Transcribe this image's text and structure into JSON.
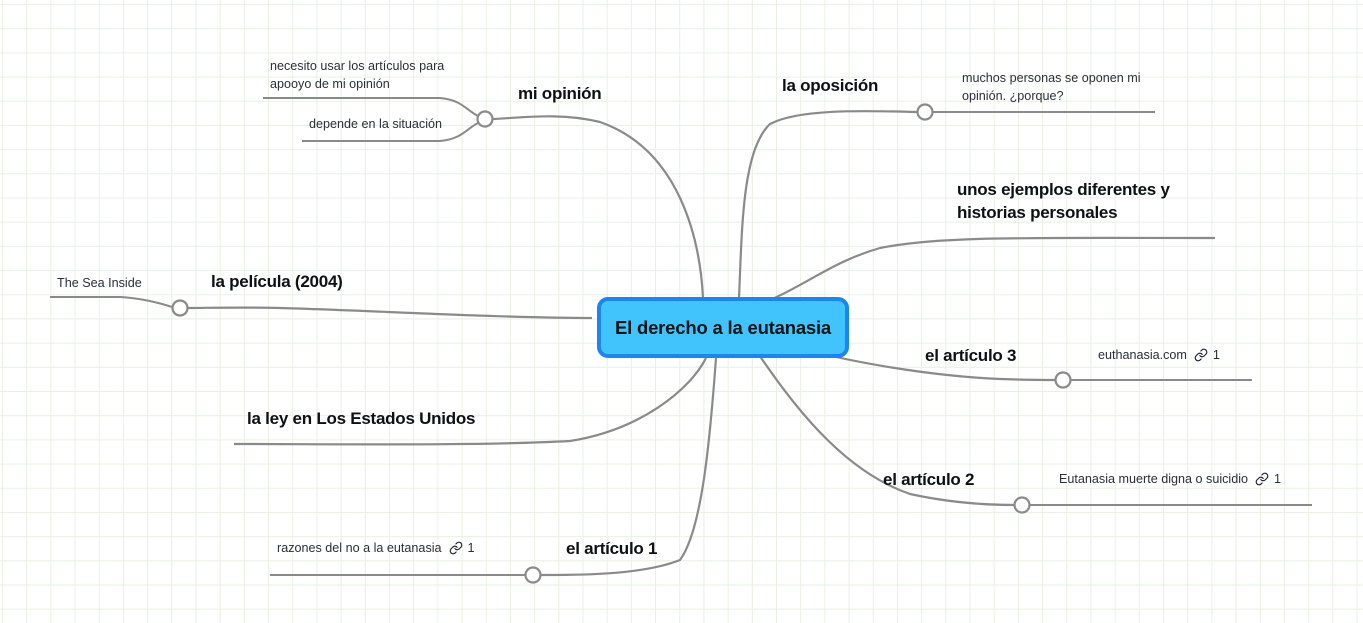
{
  "canvas": {
    "background_color": "#ffffff",
    "grid_color": "#eaf0e4"
  },
  "root": {
    "label": "El derecho a la eutanasia",
    "fill_color": "#41c4fb",
    "border_color": "#1a86ee",
    "text_color": "#10131a"
  },
  "branches": [
    {
      "id": "mi-opinion",
      "label": "mi opinión",
      "side": "left-top",
      "children": [
        {
          "id": "necesito",
          "label": "necesito usar los artículos para apooyo de mi opinión",
          "links": null
        },
        {
          "id": "depende",
          "label": "depende en la situación",
          "links": null
        }
      ]
    },
    {
      "id": "la-oposicion",
      "label": "la oposición",
      "side": "right-top",
      "children": [
        {
          "id": "muchos-personas",
          "label": "muchos personas se oponen mi opinión. ¿porque?",
          "links": null
        }
      ]
    },
    {
      "id": "unos-ejemplos",
      "label": "unos ejemplos diferentes y historias personales",
      "side": "right",
      "children": []
    },
    {
      "id": "la-pelicula",
      "label": "la película (2004)",
      "side": "left",
      "children": [
        {
          "id": "the-sea-inside",
          "label": "The Sea Inside",
          "links": null
        }
      ]
    },
    {
      "id": "el-articulo-3",
      "label": "el artículo 3",
      "side": "right",
      "children": [
        {
          "id": "euthanasia-com",
          "label": "euthanasia.com",
          "links": "1"
        }
      ]
    },
    {
      "id": "la-ley",
      "label": "la ley en Los Estados Unidos",
      "side": "left-bottom",
      "children": []
    },
    {
      "id": "el-articulo-2",
      "label": "el artículo 2",
      "side": "right-bottom",
      "children": [
        {
          "id": "eutanasia-muerte",
          "label": "Eutanasia muerte digna o suicidio",
          "links": "1"
        }
      ]
    },
    {
      "id": "el-articulo-1",
      "label": "el artículo 1",
      "side": "left-bottom",
      "children": [
        {
          "id": "razones",
          "label": "razones del no a la eutanasia",
          "links": "1"
        }
      ]
    }
  ],
  "icons": {
    "link": "link-icon"
  }
}
